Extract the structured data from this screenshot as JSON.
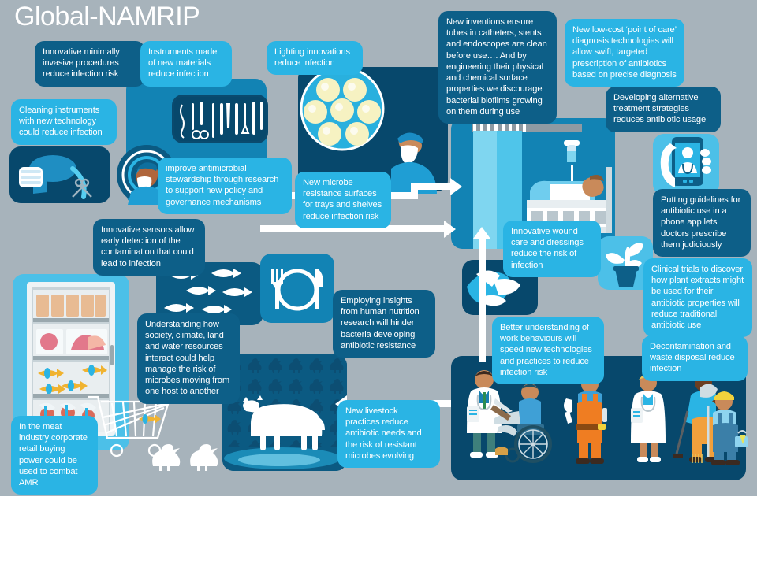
{
  "page": {
    "title": "Global-NAMRIP",
    "background_color": "#a7b3bb",
    "bubble_dark_color": "#0d5f88",
    "bubble_light_color": "#2ab4e4"
  },
  "bubbles": [
    {
      "id": "minimally-invasive",
      "text": "Innovative minimally invasive procedures reduce infection risk",
      "style": "dark"
    },
    {
      "id": "new-materials",
      "text": "Instruments made of new materials reduce infection",
      "style": "light"
    },
    {
      "id": "cleaning-instruments",
      "text": "Cleaning instruments with new technology could reduce infection",
      "style": "light"
    },
    {
      "id": "lighting-innovations",
      "text": "Lighting innovations reduce infection",
      "style": "light"
    },
    {
      "id": "catheters-biofilms",
      "text": "New inventions ensure tubes in catheters, stents and endoscopes are clean before use…. And by engineering their physical and chemical surface properties we discourage bacterial biofilms growing on them during use",
      "style": "dark"
    },
    {
      "id": "point-of-care",
      "text": "New low-cost ‘point of care’ diagnosis technologies will allow swift, targeted prescription of antibiotics based on precise diagnosis",
      "style": "light"
    },
    {
      "id": "alternative-treatment",
      "text": "Developing alternative treatment strategies reduces antibiotic usage",
      "style": "dark"
    },
    {
      "id": "antimicrobial-stewardship",
      "text": "improve antimicrobial stewardship through research to support new policy and governance mechanisms",
      "style": "light"
    },
    {
      "id": "microbe-resistance-surfaces",
      "text": "New microbe resistance surfaces for trays and shelves reduce infection risk",
      "style": "light"
    },
    {
      "id": "phone-app-guidelines",
      "text": "Putting guidelines for antibiotic use in a phone app lets doctors prescribe them judiciously",
      "style": "dark"
    },
    {
      "id": "innovative-sensors",
      "text": "Innovative sensors allow early detection of the contamination that could lead to infection",
      "style": "dark"
    },
    {
      "id": "wound-care",
      "text": "Innovative wound care and dressings reduce the risk of infection",
      "style": "light"
    },
    {
      "id": "clinical-trials-plants",
      "text": "Clinical trials to discover how plant extracts might be used for their antibiotic properties will reduce traditional antibiotic use",
      "style": "light"
    },
    {
      "id": "human-nutrition",
      "text": "Employing insights from human nutrition research will hinder bacteria developing antibiotic resistance",
      "style": "dark"
    },
    {
      "id": "society-climate-land",
      "text": "Understanding how society, climate, land and water resources interact could help manage the risk of microbes moving from one host to another",
      "style": "dark"
    },
    {
      "id": "work-behaviours",
      "text": "Better understanding of work behaviours will speed new technologies and practices to reduce infection risk",
      "style": "light"
    },
    {
      "id": "decontamination-waste",
      "text": "Decontamination and waste disposal reduce infection",
      "style": "light"
    },
    {
      "id": "livestock-practices",
      "text": "New livestock practices reduce antibiotic needs and the risk of resistant microbes evolving",
      "style": "light"
    },
    {
      "id": "meat-industry-amr",
      "text": "In the meat industry corporate retail buying power could be used to combat AMR",
      "style": "light"
    }
  ],
  "illustrations": [
    {
      "id": "surgical-instruments-tray",
      "label": "surgical instruments on tray"
    },
    {
      "id": "instrument-steam-cleaner",
      "label": "hand holding steam cleaner and scissors"
    },
    {
      "id": "surgeon-scrubbing",
      "label": "surgeon in cap and mask"
    },
    {
      "id": "operating-theatre-lights",
      "label": "operating theatre light array"
    },
    {
      "id": "patient-on-trolley",
      "label": "patient under surgical drape"
    },
    {
      "id": "hospital-bed-iv",
      "label": "hospital bed with IV drip and curtain"
    },
    {
      "id": "bandaged-hand",
      "label": "bandaged hand wound dressing"
    },
    {
      "id": "potted-plant",
      "label": "potted plant"
    },
    {
      "id": "phone-doctor-app",
      "label": "hand holding phone with doctor app"
    },
    {
      "id": "fish-shoal",
      "label": "shoal of fish"
    },
    {
      "id": "plate-knife-fork",
      "label": "plate with knife and fork"
    },
    {
      "id": "supermarket-fridge",
      "label": "refrigerated meat and fish display"
    },
    {
      "id": "shopping-trolley",
      "label": "shopping trolley"
    },
    {
      "id": "chickens-pattern",
      "label": "repeating chicken pattern"
    },
    {
      "id": "cow",
      "label": "cow standing in water"
    },
    {
      "id": "hens",
      "label": "two hens"
    },
    {
      "id": "worker-figures",
      "label": "doctor, wheelchair patient, builder, nurse, street cleaner, cleaner"
    }
  ]
}
